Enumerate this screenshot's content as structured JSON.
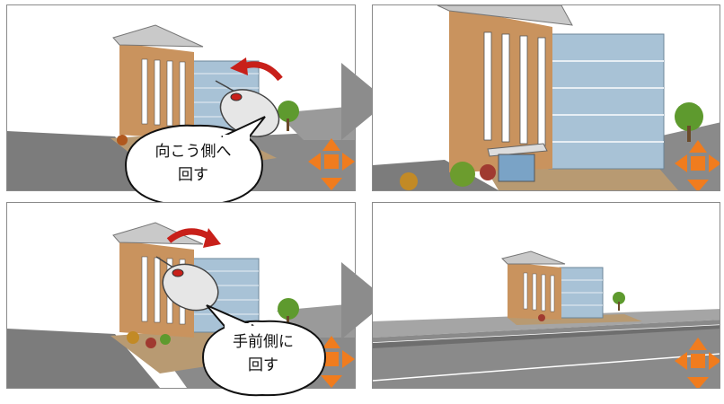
{
  "steps": [
    {
      "id": "away",
      "bubble_line1": "向こう側へ",
      "bubble_line2": "回す"
    },
    {
      "id": "toward",
      "bubble_line1": "手前側に",
      "bubble_line2": "回す"
    }
  ],
  "icons": {
    "mouse": "mouse-icon",
    "rotate_arrow": "rotate-arrow-icon",
    "nav_pad": "navigation-pad-icon",
    "next_arrow": "next-step-arrow-icon"
  },
  "colors": {
    "brick": "#c9935e",
    "glass": "#a8c2d6",
    "road": "#7c7c7c",
    "rotate_arrow": "#c8201a",
    "nav_pad": "#f07c1e",
    "step_arrow": "#8c8c8c"
  }
}
